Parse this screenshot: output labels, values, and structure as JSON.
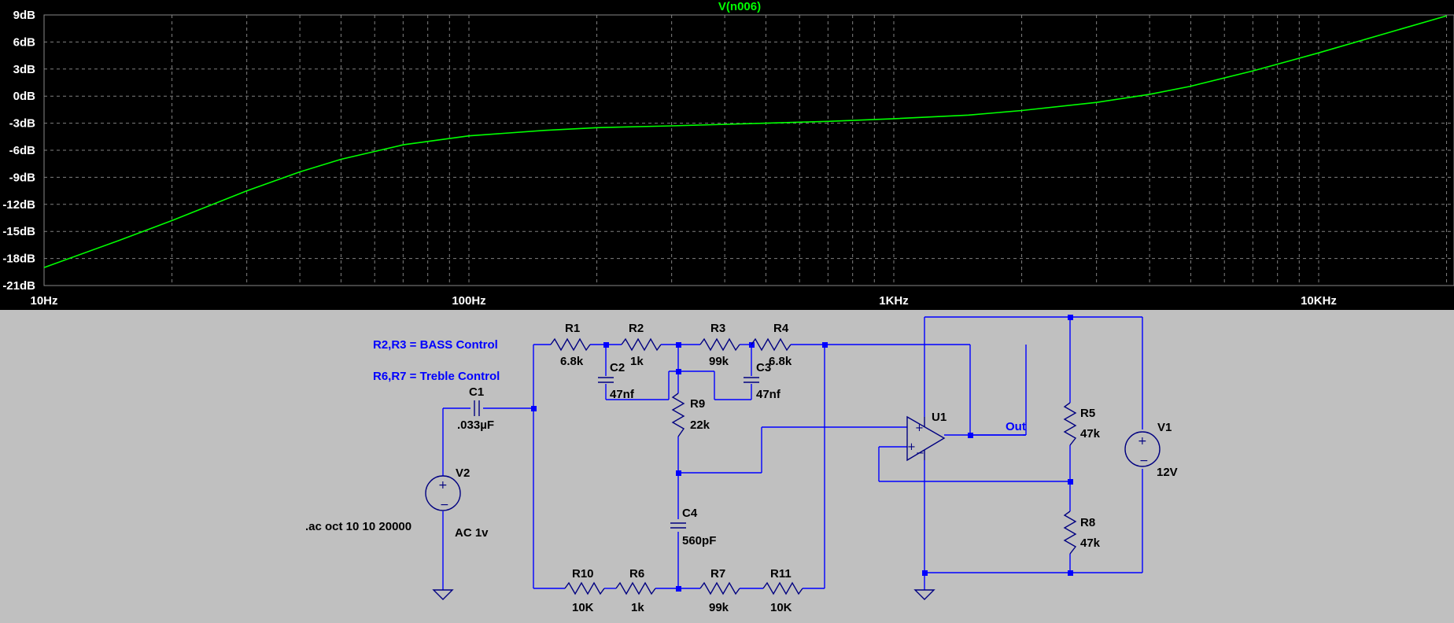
{
  "plot": {
    "trace_title": "V(n006)",
    "trace_color": "#00ff00",
    "y_ticks": [
      "9dB",
      "6dB",
      "3dB",
      "0dB",
      "-3dB",
      "-6dB",
      "-9dB",
      "-12dB",
      "-15dB",
      "-18dB",
      "-21dB"
    ],
    "x_ticks": [
      "10Hz",
      "100Hz",
      "1KHz",
      "10KHz"
    ],
    "x_range_hz": [
      10,
      20000
    ],
    "y_range_db": [
      -21,
      9
    ],
    "x_scale": "log",
    "grid": true,
    "curve": [
      [
        10,
        -19.0
      ],
      [
        15,
        -16.0
      ],
      [
        20,
        -13.8
      ],
      [
        30,
        -10.5
      ],
      [
        40,
        -8.4
      ],
      [
        50,
        -7.0
      ],
      [
        70,
        -5.4
      ],
      [
        100,
        -4.4
      ],
      [
        150,
        -3.8
      ],
      [
        200,
        -3.5
      ],
      [
        300,
        -3.3
      ],
      [
        500,
        -3.0
      ],
      [
        700,
        -2.8
      ],
      [
        1000,
        -2.5
      ],
      [
        1500,
        -2.1
      ],
      [
        2000,
        -1.6
      ],
      [
        3000,
        -0.7
      ],
      [
        4000,
        0.2
      ],
      [
        5000,
        1.1
      ],
      [
        7000,
        2.8
      ],
      [
        10000,
        4.8
      ],
      [
        15000,
        7.2
      ],
      [
        20000,
        8.9
      ]
    ]
  },
  "schematic": {
    "comments": {
      "bass": "R2,R3 = BASS Control",
      "treble": "R6,R7 = Treble Control",
      "directive": ".ac oct 10 10 20000",
      "out_net": "Out"
    },
    "components": {
      "R1": {
        "name": "R1",
        "value": "6.8k"
      },
      "R2": {
        "name": "R2",
        "value": "1k"
      },
      "R3": {
        "name": "R3",
        "value": "99k"
      },
      "R4": {
        "name": "R4",
        "value": "6.8k"
      },
      "R5": {
        "name": "R5",
        "value": "47k"
      },
      "R6": {
        "name": "R6",
        "value": "1k"
      },
      "R7": {
        "name": "R7",
        "value": "99k"
      },
      "R8": {
        "name": "R8",
        "value": "47k"
      },
      "R9": {
        "name": "R9",
        "value": "22k"
      },
      "R10": {
        "name": "R10",
        "value": "10K"
      },
      "R11": {
        "name": "R11",
        "value": "10K"
      },
      "C1": {
        "name": "C1",
        "value": ".033µF"
      },
      "C2": {
        "name": "C2",
        "value": "47nf"
      },
      "C3": {
        "name": "C3",
        "value": "47nf"
      },
      "C4": {
        "name": "C4",
        "value": "560pF"
      },
      "V1": {
        "name": "V1",
        "value": "12V"
      },
      "V2": {
        "name": "V2",
        "value": "AC 1v"
      },
      "U1": {
        "name": "U1"
      }
    }
  }
}
